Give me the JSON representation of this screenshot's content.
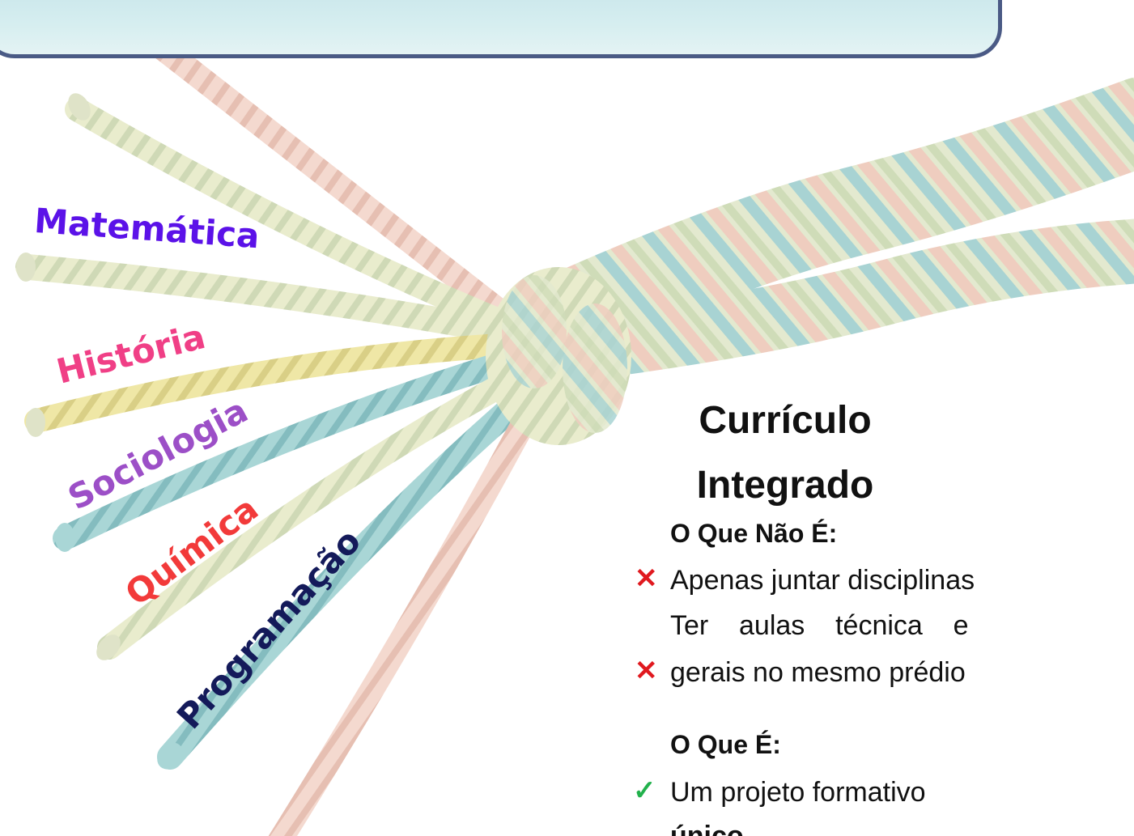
{
  "header": {
    "title_fragment": "g"
  },
  "subjects": [
    {
      "label": "Matemática",
      "color": "#5b12e8"
    },
    {
      "label": "História",
      "color": "#f03f86"
    },
    {
      "label": "Sociologia",
      "color": "#9c4fc7"
    },
    {
      "label": "Química",
      "color": "#f23a3a"
    },
    {
      "label": "Programação",
      "color": "#141a5a"
    }
  ],
  "panel": {
    "title_line1": "Currículo",
    "title_line2": "Integrado",
    "not_heading": "O Que Não É:",
    "not_items": [
      {
        "icon": "cross-icon",
        "text": "Apenas juntar disciplinas"
      },
      {
        "icon": "cross-icon",
        "line1": "Ter    aulas    técnica    e",
        "line2": "gerais no mesmo prédio"
      }
    ],
    "is_heading": "O Que É:",
    "is_items": [
      {
        "icon": "check-icon",
        "text": "Um projeto formativo",
        "text2": "único"
      }
    ]
  },
  "colors": {
    "frame_border": "#4a5a85",
    "cross": "#e0191f",
    "check": "#22b14c"
  }
}
